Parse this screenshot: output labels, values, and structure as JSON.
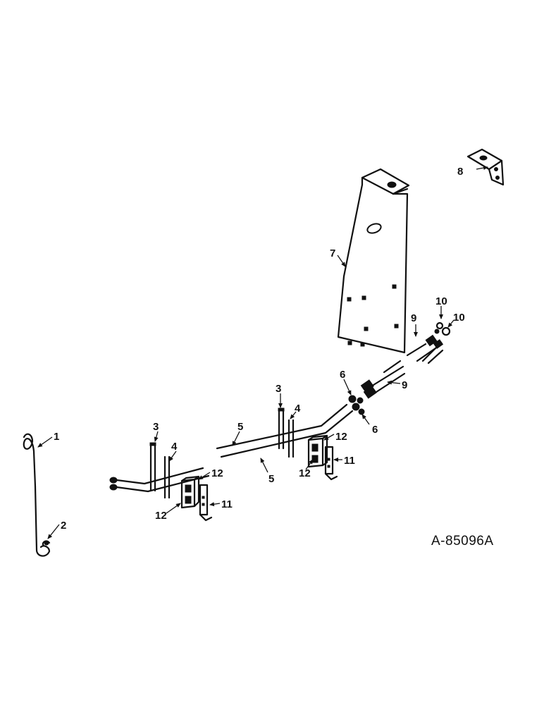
{
  "reference_code": "A-85096A",
  "callouts": {
    "c1": "1",
    "c2": "2",
    "c3a": "3",
    "c3b": "3",
    "c4a": "4",
    "c4b": "4",
    "c5a": "5",
    "c5b": "5",
    "c6a": "6",
    "c6b": "6",
    "c7": "7",
    "c8": "8",
    "c9a": "9",
    "c9b": "9",
    "c10a": "10",
    "c10b": "10",
    "c11a": "11",
    "c11b": "11",
    "c12a": "12",
    "c12b": "12",
    "c12c": "12",
    "c12d": "12"
  }
}
